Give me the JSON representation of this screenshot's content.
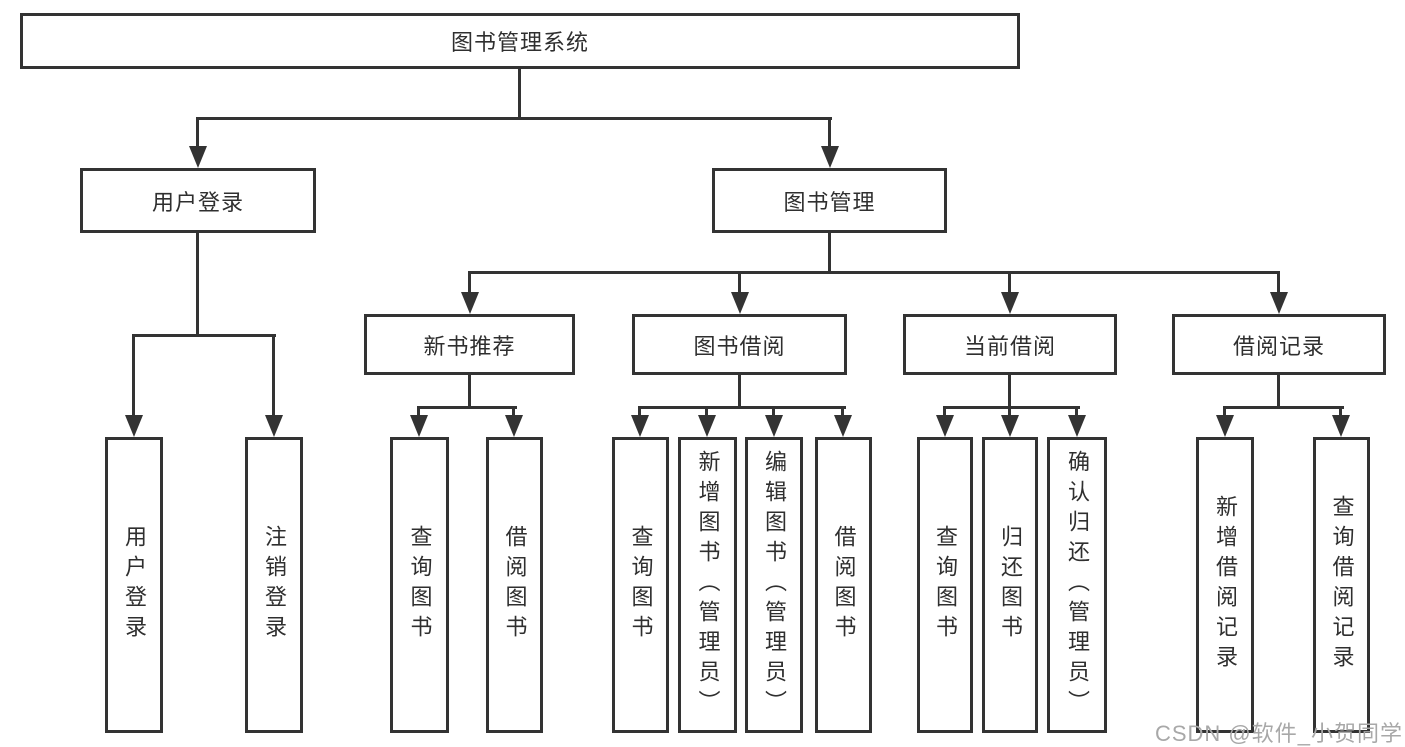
{
  "tree": {
    "root": {
      "label": "图书管理系统"
    },
    "user_login": {
      "label": "用户登录",
      "leaves": [
        "用户登录",
        "注销登录"
      ]
    },
    "book_mgmt": {
      "label": "图书管理",
      "groups": [
        {
          "label": "新书推荐",
          "leaves": [
            "查询图书",
            "借阅图书"
          ]
        },
        {
          "label": "图书借阅",
          "leaves": [
            "查询图书",
            "新增图书（管理员）",
            "编辑图书（管理员）",
            "借阅图书"
          ]
        },
        {
          "label": "当前借阅",
          "leaves": [
            "查询图书",
            "归还图书",
            "确认归还（管理员）"
          ]
        },
        {
          "label": "借阅记录",
          "leaves": [
            "新增借阅记录",
            "查询借阅记录"
          ]
        }
      ]
    }
  },
  "watermark": {
    "text": "CSDN @软件_小贺同学",
    "color": "#a8a8a8"
  },
  "colors": {
    "line": "#333333",
    "text": "#2f2f2f",
    "background": "#ffffff"
  }
}
